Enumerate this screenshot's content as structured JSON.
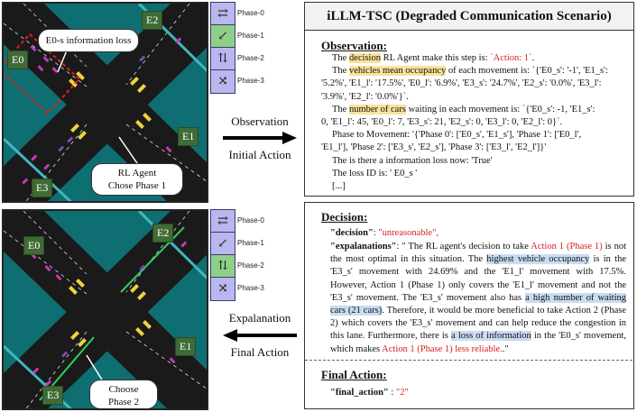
{
  "phases": [
    {
      "label": "Phase-0"
    },
    {
      "label": "Phase-1"
    },
    {
      "label": "Phase-2"
    },
    {
      "label": "Phase-3"
    }
  ],
  "top_scene": {
    "loss_bubble": "E0-s information loss",
    "agent_bubble_l1": "RL Agent",
    "agent_bubble_l2": "Chose Phase 1",
    "labels": {
      "e0": "E0",
      "e1": "E1",
      "e2": "E2",
      "e3": "E3"
    }
  },
  "bottom_scene": {
    "choose_l1": "Choose",
    "choose_l2": "Phase 2",
    "labels": {
      "e0": "E0",
      "e1": "E1",
      "e2": "E2",
      "e3": "E3"
    }
  },
  "middle": {
    "obs_l1": "Observation",
    "obs_l2": "Initial Action",
    "exp_l1": "Expalanation",
    "exp_l2": "Final Action"
  },
  "top_box": {
    "title": "iLLM-TSC (Degraded Communication Scenario)",
    "section": "Observation:",
    "lines": [
      {
        "a": "The ",
        "b": "decision",
        "c": " RL Agent make this step is: ",
        "d": "`Action: 1`",
        "e": "."
      },
      {
        "a": "The ",
        "b": "vehicles mean occupancy",
        "c": " of each movement is: `{'E0_s': '-1', 'E1_s':"
      },
      {
        "t": "'5.2%', 'E1_l': '17.5%', 'E0_l': '6.9%', 'E3_s': '24.7%', 'E2_s': '0.0%', 'E3_l':"
      },
      {
        "t": "'3.9%', 'E2_l': '0.0%'}`."
      },
      {
        "a": "The ",
        "b": "number of cars",
        "c": " waiting in each movement is:  `{'E0_s': -1, 'E1_s':"
      },
      {
        "t": "0, 'E1_l': 45, 'E0_l': 7, 'E3_s': 21, 'E2_s': 0, 'E3_l': 0, 'E2_l': 0}`."
      },
      {
        "t": "Phase to Movement: '{'Phase 0': ['E0_s', 'E1_s'], 'Phase 1': ['E0_l',"
      },
      {
        "t": "'E1_l'], 'Phase 2': ['E3_s', 'E2_s'], 'Phase 3': ['E3_l', 'E2_l']}'"
      },
      {
        "t": "The is there a information loss now:  'True'"
      },
      {
        "t": "The loss ID is:  ' E0_s '"
      },
      {
        "t": "[...]"
      }
    ]
  },
  "bottom_box": {
    "decision_title": "Decision:",
    "decision_key": "\"decision\"",
    "decision_val": "\"unreasonable\",",
    "expl_key": "\"expalanations\"",
    "expl_p1": ": \" The RL agent's decision to take ",
    "expl_red1": "Action 1 (Phase 1)",
    "expl_p2": " is not the most optimal in this situation. The ",
    "expl_hl1": "highest vehicle occupancy",
    "expl_p3": " is in the 'E3_s' movement with 24.69% and the 'E1_l' movement with 17.5%. However, Action 1 (Phase 1) only covers the 'E1_l' movement and not the 'E3_s' movement. The 'E3_s' movement also has ",
    "expl_hl2": "a high number of waiting cars (21 cars)",
    "expl_p4": ". Therefore, it would be more beneficial to take Action 2 (Phase 2) which covers the 'E3_s' movement and can help reduce the congestion in this lane. Furthermore, there is ",
    "expl_hl3": "a loss of information",
    "expl_p5": " in the 'E0_s' movement, which makes ",
    "expl_red2": "Action 1 (Phase 1) less reliable.",
    "expl_end": ".\"",
    "final_title": "Final Action:",
    "final_key": "\"final_action\"",
    "final_sep": " : ",
    "final_val": "\"2\""
  },
  "colors": {
    "grass": "#0f6e72",
    "road": "#1a1a1a",
    "edge_label": "#3f6b35",
    "phase_purple": "#b9b6f0",
    "phase_green": "#8fd089",
    "highlight_yellow": "#f9e29a",
    "highlight_blue": "#c9dcf2",
    "red_text": "#d62020"
  }
}
